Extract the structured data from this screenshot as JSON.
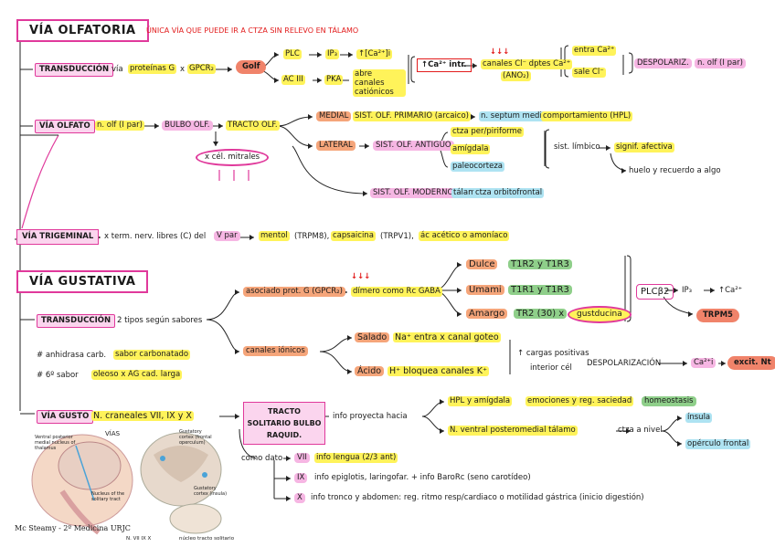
{
  "title_olf": "VÍA OLFATORIA",
  "note_olf": "ÚNICA VÍA QUE PUEDE IR A CTZA SIN RELEVO EN TÁLAMO",
  "transd1": {
    "box": "TRANSDUCCIÓN",
    "via": "vía",
    "proteinas": "proteínas G",
    "x1": "x",
    "gpcr": "GPCR₂",
    "golf": "Golf",
    "plc": "PLC",
    "ip3": "IP₃",
    "ca_i": "↑[Ca²⁺]i",
    "ac": "AC III",
    "pka": "PKA",
    "abre": "abre canales catiónicos",
    "ca_intr": "↑Ca²⁺ intr.",
    "down_arrows": "↓↓↓",
    "canales_cl": "canales Cl⁻ dptes Ca²⁺",
    "ano2": "(ANO₂)",
    "entra": "entra Ca²⁺",
    "sale": "sale Cl⁻",
    "despolariz": "DESPOLARIZ.",
    "nolf": "n. olf (I par)"
  },
  "via_olf": {
    "box": "VÍA OLFATO",
    "nolf": "n. olf (I par)",
    "bulbo": "BULBO OLF.",
    "tracto": "TRACTO OLF.",
    "mitrales": "x cél. mitrales",
    "up_arrows": "↑ ↑ ↑",
    "medial": "MEDIAL",
    "sist_primario": "SIST. OLF. PRIMARIO (arcaico)",
    "septum": "n. septum medial",
    "comportamiento": "comportamiento (HPL)",
    "lateral": "LATERAL",
    "sist_antiguo": "SIST. OLF. ANTIGUO",
    "ctza_per": "ctza per/piriforme",
    "amigdala": "amígdala",
    "paleocorteza": "paleocorteza",
    "sist_limbico": "sist. límbico",
    "signif": "signif. afectiva",
    "huelo": "huelo y recuerdo a algo",
    "sist_moderno": "SIST. OLF. MODERNO",
    "talamo": "tálamo",
    "ctza_orb": "ctza orbitofrontal"
  },
  "trigeminal": {
    "box": "VÍA TRIGEMINAL",
    "text1": "x term. nerv. libres (C) del",
    "vpar": "V par",
    "mentol": "mentol",
    "trpm8": "(TRPM8),",
    "capsaicina": "capsaicina",
    "trpv1": "(TRPV1),",
    "ac_acetico": "ác acético o amoníaco"
  },
  "gustativa": {
    "title": "VÍA GUSTATIVA",
    "transd_box": "TRANSDUCCIÓN",
    "tipos": "2 tipos según sabores",
    "asociado": "asociado prot. G (GPCR₂)",
    "down_arrows": "↓↓↓",
    "dimero": "dímero como Rc GABA",
    "dulce": "Dulce",
    "dulce_r": "T1R2 y T1R3",
    "umami": "Umami",
    "umami_r": "T1R1 y T1R3",
    "amargo": "Amargo",
    "amargo_r": "TR2 (30) x",
    "gustducina": "gustducina",
    "plcb2": "PLCβ2",
    "ip3": "IP₃",
    "ca": "↑Ca²⁺",
    "trpm5": "TRPM5",
    "anhidrasa": "# anhidrasa carb.",
    "carbonatado": "sabor carbonatado",
    "sexto": "# 6º sabor",
    "oleoso": "oleoso x AG cad. larga",
    "canales_ionicos": "canales iónicos",
    "salado": "Salado",
    "salado_t": "Na⁺ entra x canal goteo",
    "acido": "Ácido",
    "acido_t": "H⁺ bloquea canales K⁺",
    "cargas": "↑ cargas positivas",
    "interior": "interior cél",
    "despol": "DESPOLARIZACIÓN",
    "cai": "Ca²⁺i",
    "excit": "excit. Nt"
  },
  "via_gusto": {
    "box": "VÍA GUSTO",
    "ncraneales": "N. craneales VII, IX y X",
    "tracto_box": "TRACTO SOLITARIO BULBO RAQUID.",
    "info": "info proyecta hacia",
    "hpl": "HPL y amígdala",
    "emociones": "emociones y",
    "reg_saciedad": "reg. saciedad",
    "homeostasis": "homeostasis",
    "nventral": "N. ventral posteromedial tálamo",
    "ctza_nivel": "ctza a nivel",
    "insula": "ínsula",
    "opercula": "opérculo frontal",
    "como_dato": "como dato",
    "vii": "VII",
    "vii_t": "info lengua (2/3 ant)",
    "ix": "IX",
    "ix_t": "info epiglotis, laringofar. + info BaroRc (seno carotídeo)",
    "x": "X",
    "x_t": "info tronco y abdomen: reg. ritmo resp/cardiaco o motilidad gástrica (inicio digestión)"
  },
  "figure": {
    "vias": "VÍAS",
    "label1": "Ventral posterior medial nucleus of thalamus",
    "label2": "Gustatory cortex (frontal operculum)",
    "label3": "Nucleus of the solitary tract",
    "label4": "Gustatory cortex (insula)",
    "n_vii": "N. VII IX X",
    "tracto_label": "núcleo tracto solitario"
  },
  "credit": "Mc Steamy - 2º Medicina URJC"
}
